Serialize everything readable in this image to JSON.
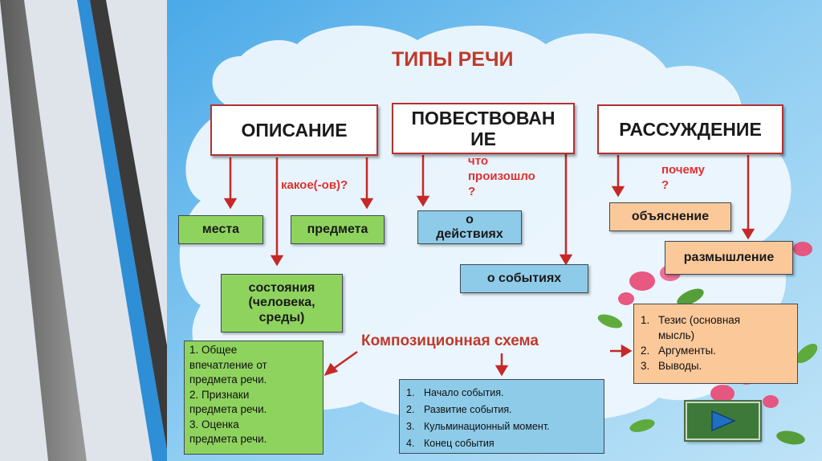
{
  "title": "ТИПЫ РЕЧИ",
  "categories": {
    "description": "ОПИСАНИЕ",
    "narration_line1": "ПОВЕСТВОВАН",
    "narration_line2": "ИЕ",
    "reasoning": "РАССУЖДЕНИЕ"
  },
  "questions": {
    "description": "какое(-ов)?",
    "narration_line1": "что",
    "narration_line2": "произошло",
    "narration_line3": "?",
    "reasoning_line1": "почему",
    "reasoning_line2": "?"
  },
  "description_items": {
    "place": "места",
    "object": "предмета",
    "state_line1": "состояния",
    "state_line2": "(человека,",
    "state_line3": "среды)"
  },
  "narration_items": {
    "actions_line1": "о",
    "actions_line2": "действиях",
    "events": "о событиях"
  },
  "reasoning_items": {
    "explanation": "объяснение",
    "reflection": "размышление"
  },
  "composition_title": "Композиционная схема",
  "composition": {
    "description_lines": [
      "1. Общее",
      "впечатление от",
      "предмета речи.",
      "2. Признаки",
      "предмета речи.",
      "3. Оценка",
      "предмета речи."
    ],
    "narration_steps": [
      {
        "num": "1.",
        "text": "Начало события."
      },
      {
        "num": "2.",
        "text": "Развитие события."
      },
      {
        "num": "3.",
        "text": "Кульминационный момент."
      },
      {
        "num": "4.",
        "text": "Конец события"
      }
    ],
    "reasoning_steps": [
      {
        "num": "1.",
        "line1": "Тезис (основная",
        "line2": "мысль)"
      },
      {
        "num": "2.",
        "line1": "Аргументы.",
        "line2": ""
      },
      {
        "num": "3.",
        "line1": "Выводы.",
        "line2": ""
      }
    ]
  },
  "colors": {
    "red_text": "#c0392b",
    "green_box": "#8fd35f",
    "blue_box": "#8ecbe8",
    "orange_box": "#fbc89a"
  },
  "icons": {
    "next": "play-triangle"
  }
}
